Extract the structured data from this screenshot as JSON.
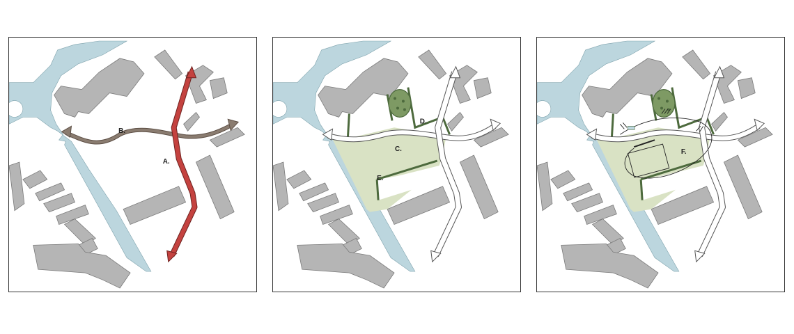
{
  "colors": {
    "water": "#bcd6de",
    "building": "#b5b5b5",
    "building_outline": "#7a7a7a",
    "route_a": "#c4423f",
    "route_b": "#8a7c70",
    "park": "#d9e2c4",
    "park_edge": "#4d6a3d",
    "trees": "#7e9a64",
    "path": "#ffffff"
  },
  "panels": [
    {
      "labels": {
        "a": "A.",
        "b": "B."
      }
    },
    {
      "labels": {
        "c": "C.",
        "d": "D.",
        "e": "E."
      }
    },
    {
      "labels": {
        "f": "F."
      }
    }
  ]
}
